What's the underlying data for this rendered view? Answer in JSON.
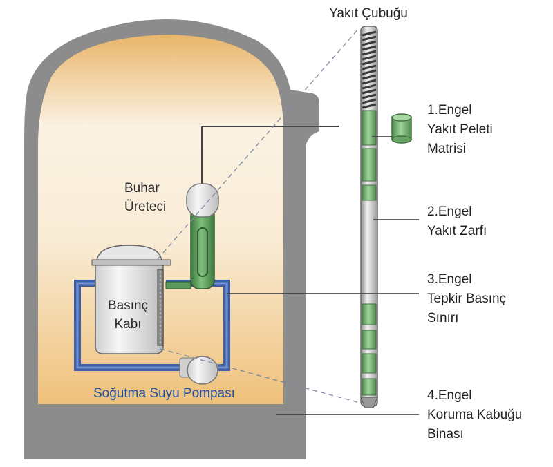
{
  "title": "Yakıt Çubuğu",
  "labels": {
    "steam_generator_line1": "Buhar",
    "steam_generator_line2": "Üreteci",
    "pressure_vessel_line1": "Basınç",
    "pressure_vessel_line2": "Kabı",
    "coolant_pump": "Soğutma Suyu Pompası"
  },
  "barriers": [
    {
      "lines": [
        "1.Engel",
        "Yakıt Peleti",
        "Matrisi"
      ]
    },
    {
      "lines": [
        "2.Engel",
        "Yakıt Zarfı"
      ]
    },
    {
      "lines": [
        "3.Engel",
        "Tepkir Basınç",
        "Sınırı"
      ]
    },
    {
      "lines": [
        "4.Engel",
        "Koruma Kabuğu",
        "Binası"
      ]
    }
  ],
  "colors": {
    "building": "#8c8c8c",
    "interior_top": "#fbf2e3",
    "interior_bottom": "#efc17a",
    "piping": "#3d5fa8",
    "steam_green": "#5b9a5a",
    "vessel": "#e8e8e8",
    "leader_line": "#333333",
    "dashed_line": "#7b8aa3"
  }
}
